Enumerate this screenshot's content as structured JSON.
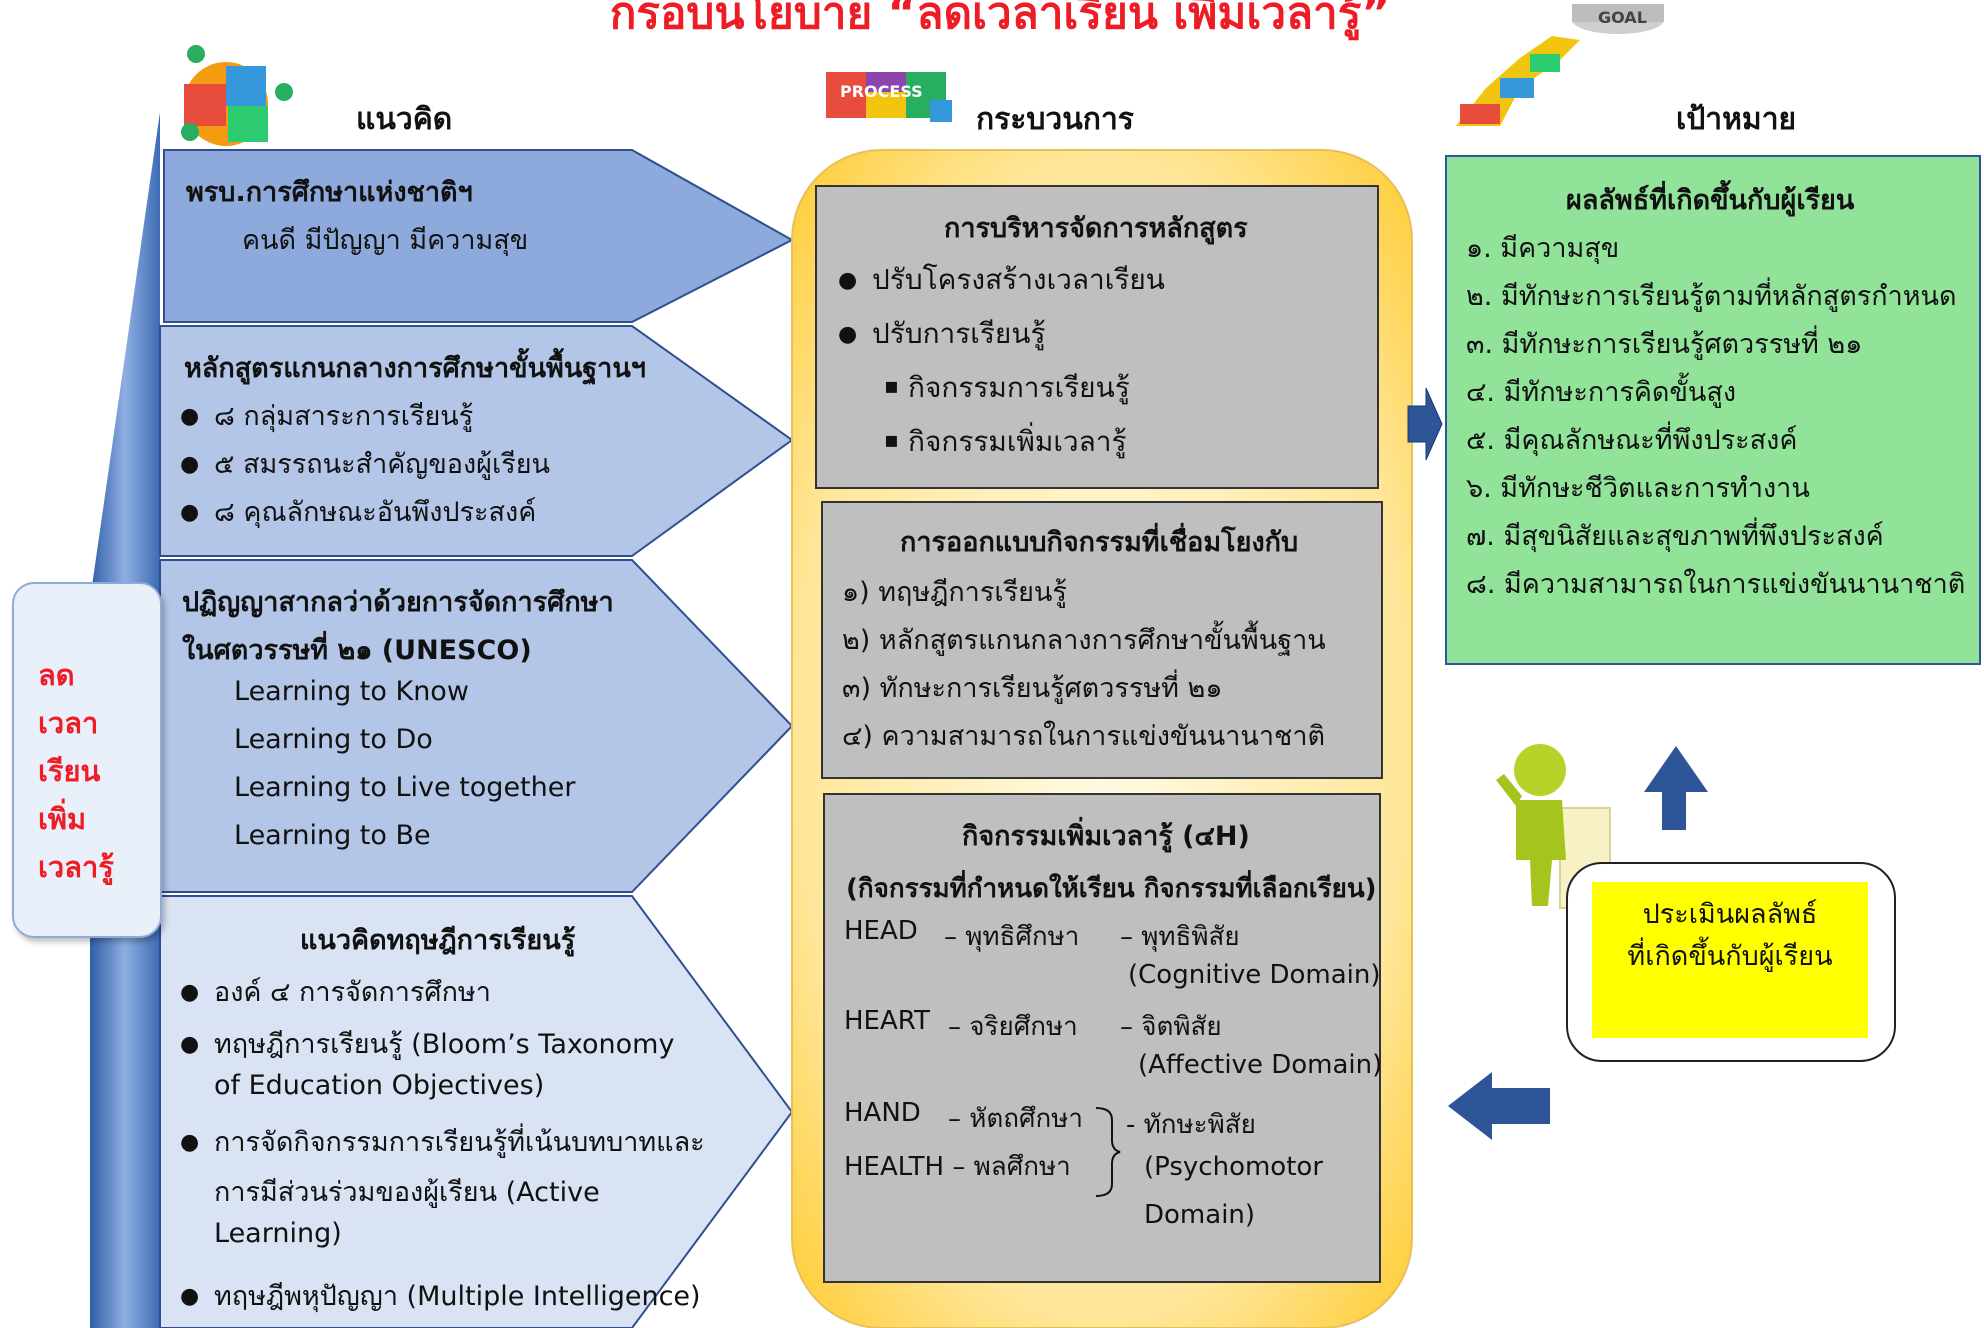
{
  "title": "กรอบนโยบาย “ลดเวลาเรียน เพิ่มเวลารู้”",
  "goal_badge": "GOAL",
  "process_badge": "PROCESS",
  "columns": {
    "concept": "แนวคิด",
    "process": "กระบวนการ",
    "goal": "เป้าหมาย"
  },
  "left_tab": [
    "ลด",
    "เวลา",
    "เรียน",
    "เพิ่ม",
    "เวลารู้"
  ],
  "concepts": {
    "c1": {
      "heading": "พรบ.การศึกษาแห่งชาติฯ",
      "line": "คนดี มีปัญญา มีความสุข"
    },
    "c2": {
      "heading": "หลักสูตรแกนกลางการศึกษาขั้นพื้นฐานฯ",
      "items": [
        "๘ กลุ่มสาระการเรียนรู้",
        "๕ สมรรถนะสำคัญของผู้เรียน",
        "๘ คุณลักษณะอันพึงประสงค์"
      ]
    },
    "c3": {
      "heading1": "ปฏิญญาสากลว่าด้วยการจัดการศึกษา",
      "heading2": "ในศตวรรษที่ ๒๑ (UNESCO)",
      "items": [
        "Learning to Know",
        "Learning to Do",
        "Learning to Live together",
        "Learning to Be"
      ]
    },
    "c4": {
      "heading": "แนวคิดทฤษฎีการเรียนรู้",
      "lines": [
        "องค์ ๔  การจัดการศึกษา",
        "ทฤษฎีการเรียนรู้ (Bloom’s Taxonomy",
        "of Education Objectives)",
        "การจัดกิจกรรมการเรียนรู้ที่เน้นบทบาทและ",
        "การมีส่วนร่วมของผู้เรียน (Active",
        "Learning)",
        "ทฤษฎีพหุปัญญา (Multiple Intelligence)"
      ]
    }
  },
  "process": {
    "box1": {
      "heading": "การบริหารจัดการหลักสูตร",
      "bullets": [
        "ปรับโครงสร้างเวลาเรียน",
        "ปรับการเรียนรู้"
      ],
      "sub": [
        "กิจกรรมการเรียนรู้",
        "กิจกรรมเพิ่มเวลารู้"
      ]
    },
    "box2": {
      "heading": "การออกแบบกิจกรรมที่เชื่อมโยงกับ",
      "items": [
        "๑) ทฤษฎีการเรียนรู้",
        "๒) หลักสูตรแกนกลางการศึกษาขั้นพื้นฐาน",
        "๓) ทักษะการเรียนรู้ศตวรรษที่ ๒๑",
        "๔) ความสามารถในการแข่งขันนานาชาติ"
      ]
    },
    "box3": {
      "heading": "กิจกรรมเพิ่มเวลารู้ (๔H)",
      "subheading": "(กิจกรรมที่กำหนดให้เรียน กิจกรรมที่เลือกเรียน)",
      "head": [
        "HEAD",
        "– พุทธิศึกษา",
        "– พุทธิพิสัย",
        "(Cognitive Domain)"
      ],
      "heart": [
        "HEART",
        "– จริยศึกษา",
        "– จิตพิสัย",
        "(Affective Domain)"
      ],
      "hand": [
        "HAND",
        "– หัตถศึกษา"
      ],
      "health": [
        "HEALTH – พลศึกษา"
      ],
      "psycho": [
        "- ทักษะพิสัย",
        "(Psychomotor",
        "Domain)"
      ]
    }
  },
  "goal": {
    "heading": "ผลลัพธ์ที่เกิดขึ้นกับผู้เรียน",
    "items": [
      "๑. มีความสุข",
      "๒. มีทักษะการเรียนรู้ตามที่หลักสูตรกำหนด",
      "๓. มีทักษะการเรียนรู้ศตวรรษที่ ๒๑",
      "๔. มีทักษะการคิดขั้นสูง",
      "๕. มีคุณลักษณะที่พึงประสงค์",
      "๖. มีทักษะชีวิตและการทำงาน",
      "๗. มีสุขนิสัยและสุขภาพที่พึงประสงค์",
      "๘. มีความสามารถในการแข่งขันนานาชาติ"
    ]
  },
  "evaluation": {
    "line1": "ประเมินผลลัพธ์",
    "line2": "ที่เกิดขึ้นกับผู้เรียน"
  },
  "colors": {
    "title_red": "#ee1c25",
    "concept_dark": "#8ea9db",
    "concept_mid": "#b4c6e7",
    "concept_light": "#dae3f3",
    "process_yellow": "#ffd966",
    "process_box_gray": "#bfbfbf",
    "goal_green": "#92e39a",
    "eval_yellow": "#ffff00",
    "arrow_blue": "#2e5597"
  },
  "icons": [
    "puzzle-team-icon",
    "process-puzzle-icon",
    "goal-steps-icon",
    "person-door-icon"
  ]
}
